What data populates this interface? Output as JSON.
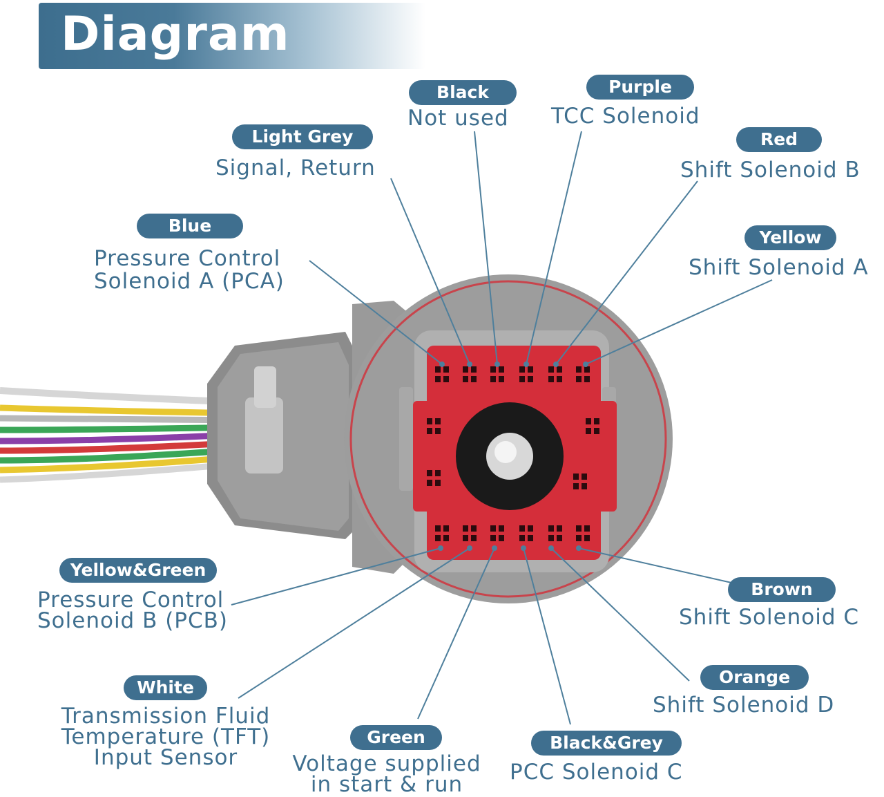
{
  "title": "Diagram",
  "colors": {
    "accent": "#3f6f8f",
    "housing": "#8e8e8e",
    "face": "#d42e3a",
    "leader": "#4e7f9c"
  },
  "labels": [
    {
      "id": "blue",
      "wire": "Blue",
      "lines": [
        "Pressure Control",
        "Solenoid A (PCA)"
      ]
    },
    {
      "id": "light-grey",
      "wire": "Light Grey",
      "lines": [
        "Signal, Return"
      ]
    },
    {
      "id": "black",
      "wire": "Black",
      "lines": [
        "Not used"
      ]
    },
    {
      "id": "purple",
      "wire": "Purple",
      "lines": [
        "TCC Solenoid"
      ]
    },
    {
      "id": "red",
      "wire": "Red",
      "lines": [
        "Shift Solenoid B"
      ]
    },
    {
      "id": "yellow",
      "wire": "Yellow",
      "lines": [
        "Shift Solenoid A"
      ]
    },
    {
      "id": "yellow-green",
      "wire": "Yellow&Green",
      "lines": [
        "Pressure Control",
        "Solenoid B (PCB)"
      ]
    },
    {
      "id": "white",
      "wire": "White",
      "lines": [
        "Transmission Fluid",
        "Temperature (TFT)",
        "Input Sensor"
      ]
    },
    {
      "id": "green",
      "wire": "Green",
      "lines": [
        "Voltage supplied",
        "in start & run"
      ]
    },
    {
      "id": "black-grey",
      "wire": "Black&Grey",
      "lines": [
        "PCC Solenoid C"
      ]
    },
    {
      "id": "orange",
      "wire": "Orange",
      "lines": [
        "Shift Solenoid D"
      ]
    },
    {
      "id": "brown",
      "wire": "Brown",
      "lines": [
        "Shift Solenoid C"
      ]
    }
  ]
}
